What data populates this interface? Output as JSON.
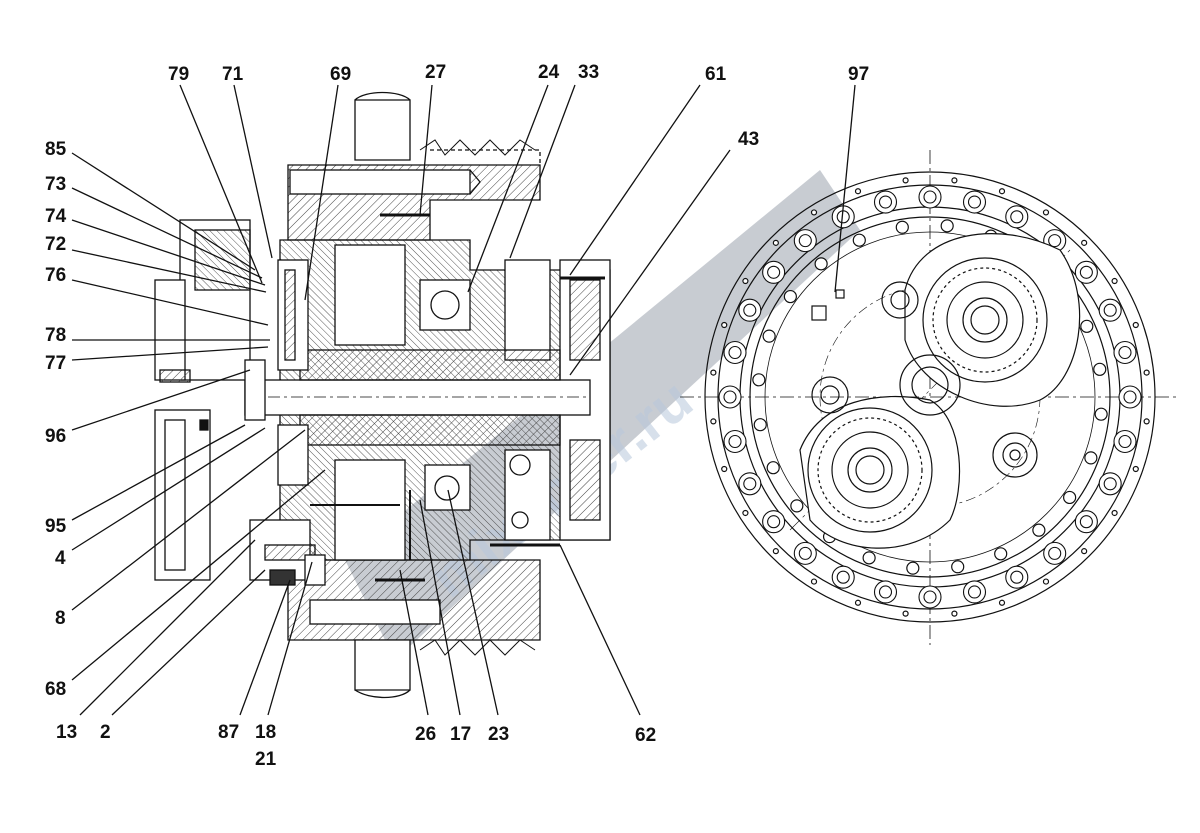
{
  "diagram": {
    "labels": {
      "l79": "79",
      "l71": "71",
      "l69": "69",
      "l27": "27",
      "l24": "24",
      "l33": "33",
      "l61": "61",
      "l97": "97",
      "l43": "43",
      "l85": "85",
      "l73": "73",
      "l74": "74",
      "l72": "72",
      "l76": "76",
      "l78": "78",
      "l77": "77",
      "l96": "96",
      "l95": "95",
      "l4": "4",
      "l8": "8",
      "l68": "68",
      "l13": "13",
      "l2": "2",
      "l87": "87",
      "l18": "18",
      "l21": "21",
      "l26": "26",
      "l17": "17",
      "l23": "23",
      "l62": "62"
    },
    "watermark": "mixenter.ru"
  },
  "colors": {
    "line": "#111111",
    "hatch": "#555555",
    "watermark_band": "#9ba3ad"
  }
}
